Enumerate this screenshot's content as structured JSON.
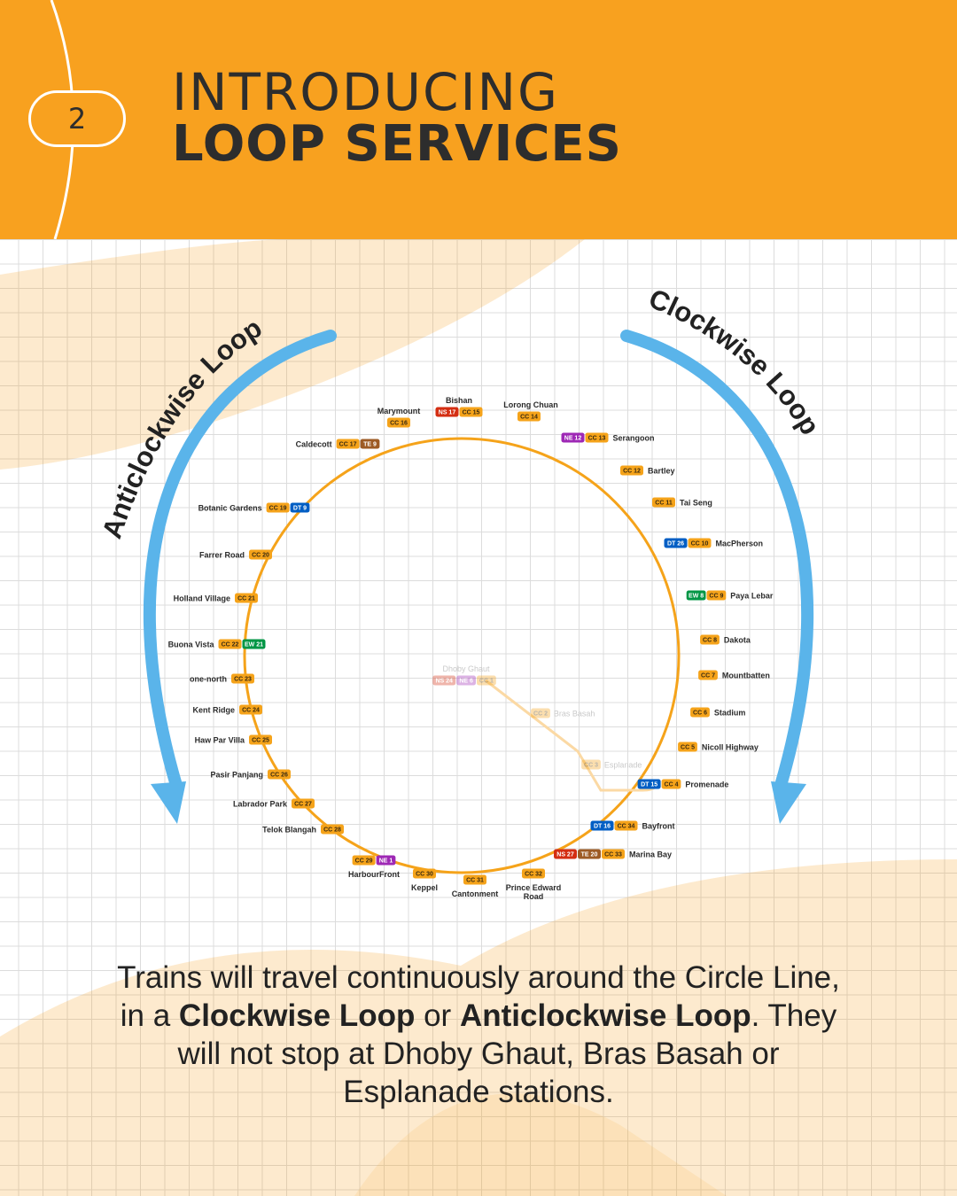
{
  "header": {
    "slide_number": "2",
    "title_line1": "INTRODUCING",
    "title_line2": "LOOP SERVICES",
    "background_color": "#f8a11f"
  },
  "loops": {
    "anticlockwise_label": "Anticlockwise Loop",
    "clockwise_label": "Clockwise Loop",
    "arrow_color": "#5ab4ea"
  },
  "line_colors": {
    "CC": "#f5a31a",
    "NS": "#d42e12",
    "NE": "#9e28b5",
    "DT": "#005ec4",
    "EW": "#009645",
    "TE": "#9d5b25"
  },
  "stations": [
    {
      "name": "Bishan",
      "codes": [
        "NS 17",
        "CC 15"
      ]
    },
    {
      "name": "Lorong Chuan",
      "codes": [
        "CC 14"
      ]
    },
    {
      "name": "Serangoon",
      "codes": [
        "NE 12",
        "CC 13"
      ]
    },
    {
      "name": "Bartley",
      "codes": [
        "CC 12"
      ]
    },
    {
      "name": "Tai Seng",
      "codes": [
        "CC 11"
      ]
    },
    {
      "name": "MacPherson",
      "codes": [
        "DT 26",
        "CC 10"
      ]
    },
    {
      "name": "Paya Lebar",
      "codes": [
        "EW 8",
        "CC 9"
      ]
    },
    {
      "name": "Dakota",
      "codes": [
        "CC 8"
      ]
    },
    {
      "name": "Mountbatten",
      "codes": [
        "CC 7"
      ]
    },
    {
      "name": "Stadium",
      "codes": [
        "CC 6"
      ]
    },
    {
      "name": "Nicoll Highway",
      "codes": [
        "CC 5"
      ]
    },
    {
      "name": "Promenade",
      "codes": [
        "DT 15",
        "CC 4"
      ]
    },
    {
      "name": "Bayfront",
      "codes": [
        "DT 16",
        "CC 34"
      ]
    },
    {
      "name": "Marina Bay",
      "codes": [
        "NS 27",
        "TE 20",
        "CC 33"
      ]
    },
    {
      "name": "Prince Edward Road",
      "codes": [
        "CC 32"
      ]
    },
    {
      "name": "Cantonment",
      "codes": [
        "CC 31"
      ]
    },
    {
      "name": "Keppel",
      "codes": [
        "CC 30"
      ]
    },
    {
      "name": "HarbourFront",
      "codes": [
        "CC 29",
        "NE 1"
      ]
    },
    {
      "name": "Telok Blangah",
      "codes": [
        "CC 28"
      ]
    },
    {
      "name": "Labrador Park",
      "codes": [
        "CC 27"
      ]
    },
    {
      "name": "Pasir Panjang",
      "codes": [
        "CC 26"
      ]
    },
    {
      "name": "Haw Par Villa",
      "codes": [
        "CC 25"
      ]
    },
    {
      "name": "Kent Ridge",
      "codes": [
        "CC 24"
      ]
    },
    {
      "name": "one-north",
      "codes": [
        "CC 23"
      ]
    },
    {
      "name": "Buona Vista",
      "codes": [
        "CC 22",
        "EW 21"
      ]
    },
    {
      "name": "Holland Village",
      "codes": [
        "CC 21"
      ]
    },
    {
      "name": "Farrer Road",
      "codes": [
        "CC 20"
      ]
    },
    {
      "name": "Botanic Gardens",
      "codes": [
        "CC 19",
        "DT 9"
      ]
    },
    {
      "name": "Caldecott",
      "codes": [
        "CC 17",
        "TE 9"
      ]
    },
    {
      "name": "Marymount",
      "codes": [
        "CC 16"
      ]
    }
  ],
  "skipped_stations": [
    {
      "name": "Dhoby Ghaut",
      "codes": [
        "NS 24",
        "NE 6",
        "CC 1"
      ]
    },
    {
      "name": "Bras Basah",
      "codes": [
        "CC 2"
      ]
    },
    {
      "name": "Esplanade",
      "codes": [
        "CC 3"
      ]
    }
  ],
  "caption": {
    "part1": "Trains will travel continuously around the Circle Line, in a ",
    "bold1": "Clockwise Loop",
    "part2": " or ",
    "bold2": "Anticlockwise Loop",
    "part3": ". They will not stop at Dhoby Ghaut, Bras Basah or Esplanade stations."
  }
}
